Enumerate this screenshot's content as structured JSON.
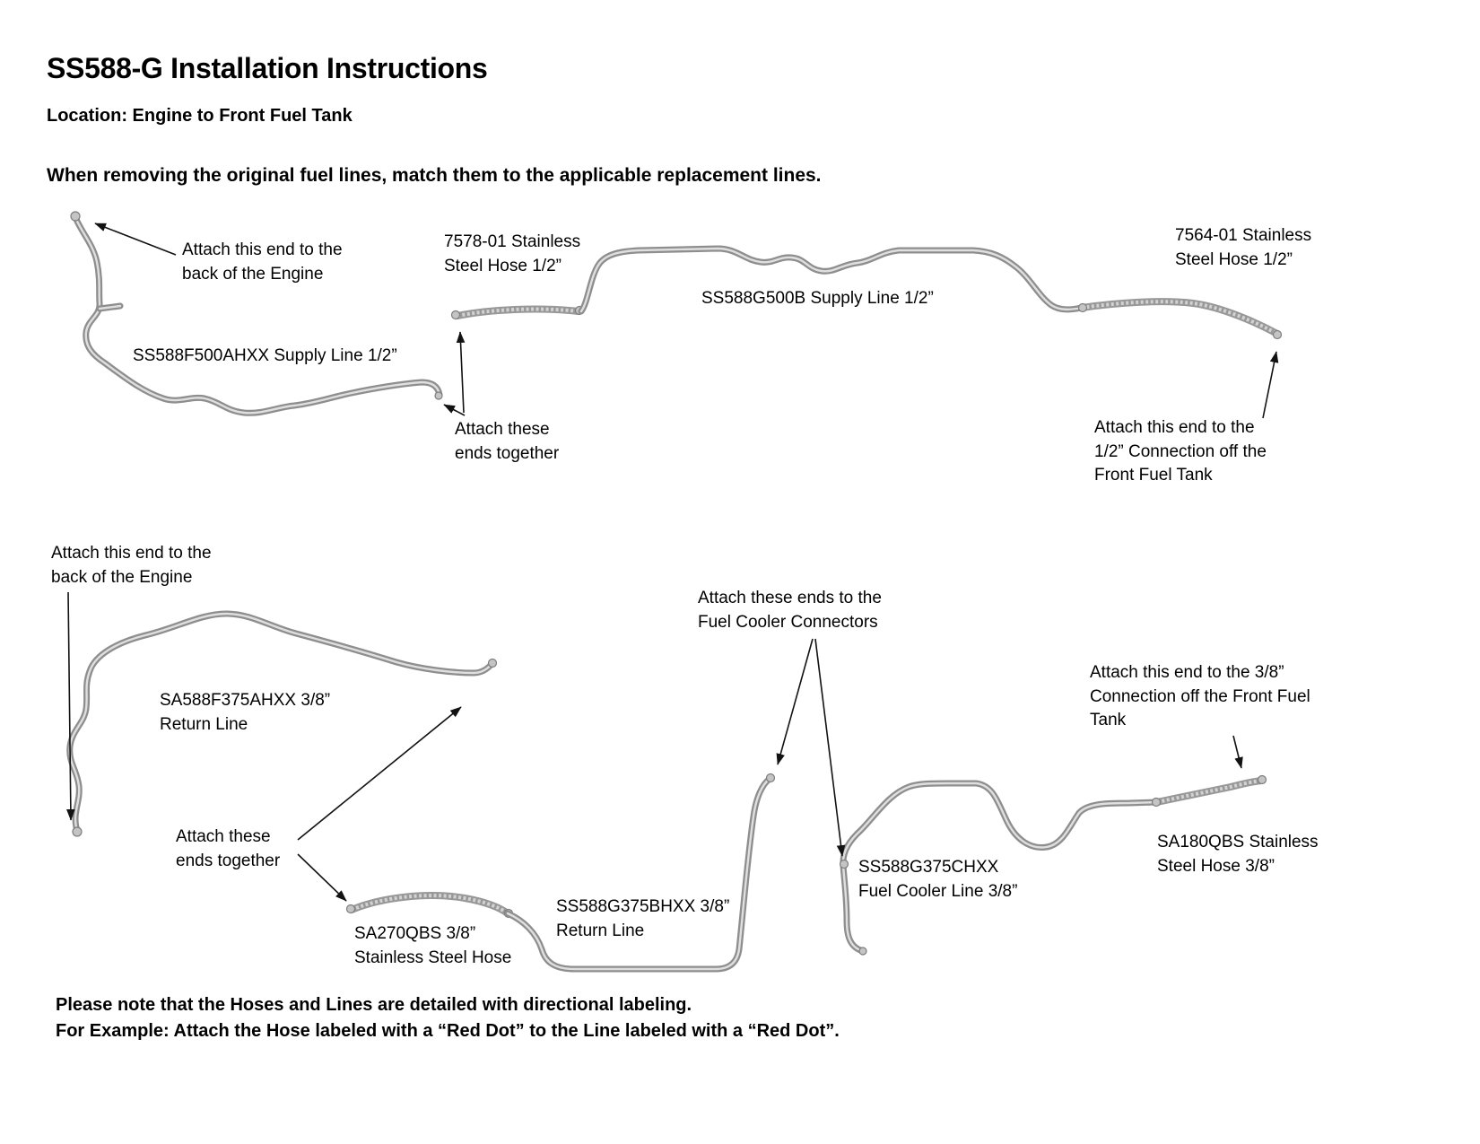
{
  "page": {
    "title": "SS588-G Installation Instructions",
    "location": "Location: Engine to Front Fuel Tank",
    "intro": "When removing the original fuel lines, match them to the applicable replacement lines.",
    "note1": "Please note that the Hoses and Lines are detailed with directional labeling.",
    "note2": "For Example: Attach the Hose labeled with a “Red Dot” to the Line labeled with a “Red Dot”."
  },
  "d1": {
    "attach_back_engine": "Attach this end to the\nback of the Engine",
    "hose_7578": "7578-01 Stainless\nSteel Hose 1/2”",
    "supply_g500b": "SS588G500B Supply Line 1/2”",
    "hose_7564": "7564-01 Stainless\nSteel Hose 1/2”",
    "supply_f500ahxx": "SS588F500AHXX Supply Line 1/2”",
    "attach_ends_together": "Attach these\nends together",
    "attach_front_tank": "Attach this end to the\n1/2” Connection off the\nFront Fuel Tank"
  },
  "d2": {
    "attach_back_engine": "Attach this end to the\nback of the Engine",
    "attach_fuel_cooler": "Attach these ends to the\nFuel Cooler Connectors",
    "attach_front_tank_38": "Attach this end to the 3/8”\nConnection off the Front Fuel\nTank",
    "return_f375ahxx": "SA588F375AHXX 3/8”\nReturn Line",
    "attach_ends_together": "Attach these\nends together",
    "hose_sa270qbs": "SA270QBS 3/8”\nStainless Steel Hose",
    "return_g375bhxx": "SS588G375BHXX 3/8”\nReturn Line",
    "cooler_g375chxx": "SS588G375CHXX\nFuel Cooler Line 3/8”",
    "hose_sa180qbs": "SA180QBS Stainless\nSteel Hose 3/8”"
  }
}
